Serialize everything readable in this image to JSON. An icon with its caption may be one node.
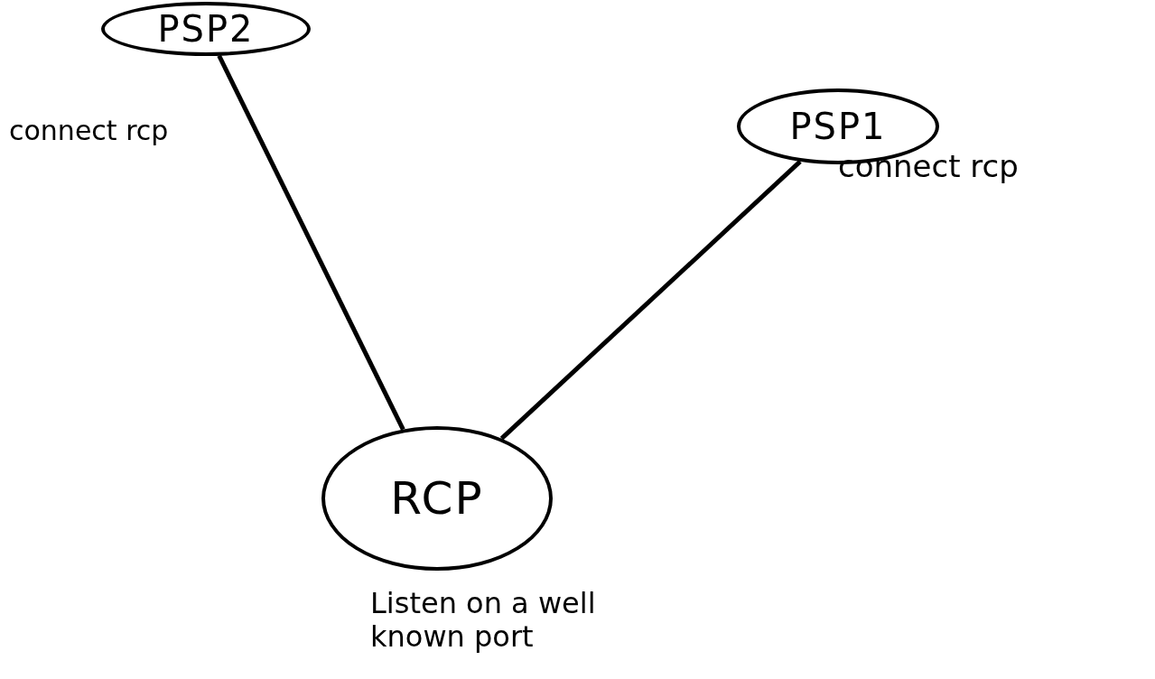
{
  "diagram": {
    "nodes": [
      {
        "text": [
          "PSP2"
        ],
        "beside": [
          "connect rcp"
        ]
      },
      {
        "text": [
          "PSP1"
        ],
        "beside": [
          "connect rcp"
        ]
      },
      {
        "text": [
          "RCP"
        ],
        "beside": [
          "Listen on a well known port"
        ]
      }
    ],
    "edges": [
      {
        "from": 0,
        "to": 2,
        "arrow": "none"
      },
      {
        "from": 1,
        "to": 2,
        "arrow": "none"
      }
    ]
  }
}
